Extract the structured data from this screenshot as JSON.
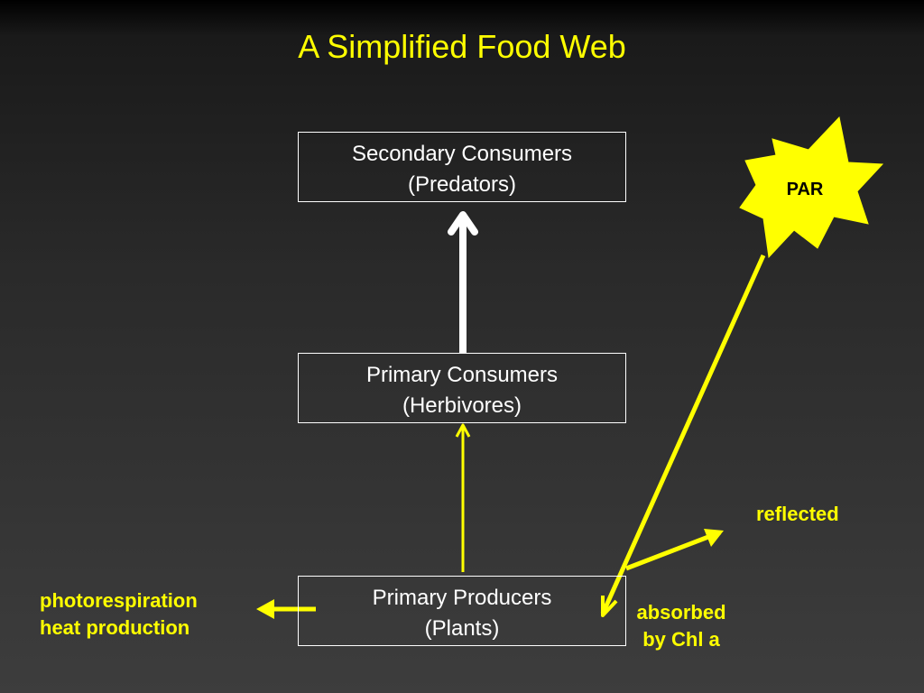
{
  "title": "A Simplified Food Web",
  "boxes": {
    "secondary": {
      "line1": "Secondary Consumers",
      "line2": "(Predators)"
    },
    "primary_consumers": {
      "line1": "Primary Consumers",
      "line2": "(Herbivores)"
    },
    "producers": {
      "line1": "Primary Producers",
      "line2": "(Plants)"
    }
  },
  "labels": {
    "photorespiration": "photorespiration",
    "heat_production": "heat production",
    "absorbed": "absorbed",
    "by_chl_a": "by Chl a",
    "reflected": "reflected",
    "par": "PAR"
  },
  "colors": {
    "accent": "#ffff00",
    "box_border": "#ffffff",
    "text": "#ffffff"
  }
}
